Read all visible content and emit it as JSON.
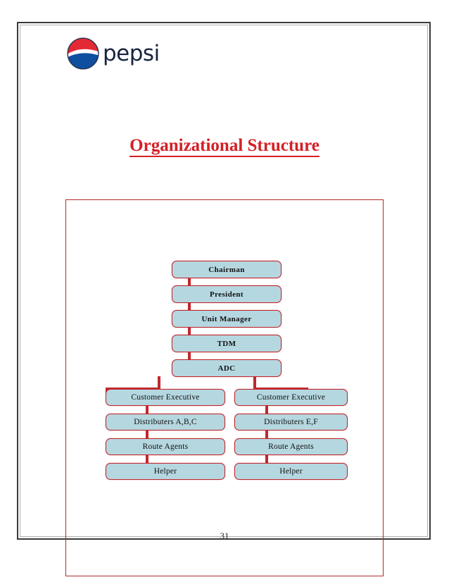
{
  "document": {
    "page_number": "31",
    "title": "Organizational Structure",
    "title_color": "#d42026",
    "border_color": "#3a3a3a",
    "frame_color": "#b02a2a"
  },
  "logo": {
    "wordmark": "pepsi",
    "wordmark_color": "#17243f",
    "globe_red": "#e32934",
    "globe_blue": "#0e4f9f",
    "globe_white": "#ffffff",
    "alt": "pepsi-logo"
  },
  "chart_data": {
    "type": "diagram",
    "title": "Organizational Structure",
    "node_fill": "#b5d7e0",
    "node_border": "#c0272d",
    "connector_color": "#c0272d",
    "spine": [
      {
        "id": "chairman",
        "label": "Chairman",
        "bold": true
      },
      {
        "id": "president",
        "label": "President",
        "bold": true
      },
      {
        "id": "unit-manager",
        "label": "Unit Manager",
        "bold": true
      },
      {
        "id": "tdm",
        "label": "TDM",
        "bold": true
      },
      {
        "id": "adc",
        "label": "ADC",
        "bold": true
      }
    ],
    "branches": [
      {
        "id": "left-branch",
        "nodes": [
          {
            "id": "left-customer-executive",
            "label": "Customer Executive"
          },
          {
            "id": "left-distributers",
            "label": "Distributers A,B,C"
          },
          {
            "id": "left-route-agents",
            "label": "Route Agents"
          },
          {
            "id": "left-helper",
            "label": "Helper"
          }
        ]
      },
      {
        "id": "right-branch",
        "nodes": [
          {
            "id": "right-customer-executive",
            "label": "Customer Executive"
          },
          {
            "id": "right-distributers",
            "label": "Distributers E,F"
          },
          {
            "id": "right-route-agents",
            "label": "Route Agents"
          },
          {
            "id": "right-helper",
            "label": "Helper"
          }
        ]
      }
    ]
  }
}
